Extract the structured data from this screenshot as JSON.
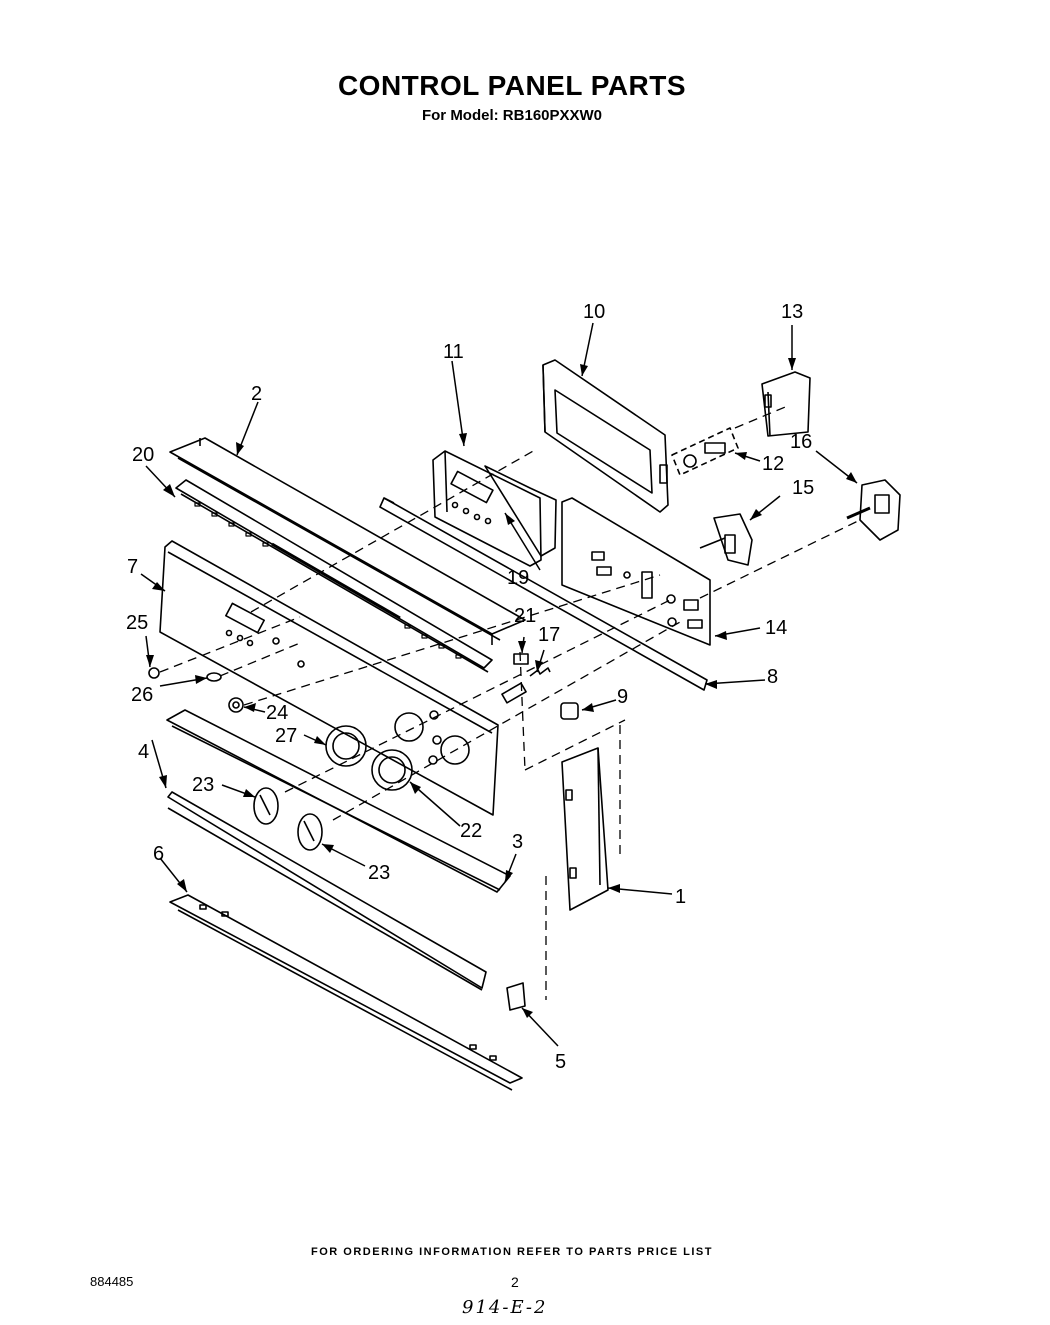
{
  "header": {
    "title": "CONTROL PANEL PARTS",
    "subtitle": "For Model: RB160PXXW0"
  },
  "callouts": [
    "1",
    "2",
    "3",
    "4",
    "5",
    "6",
    "7",
    "8",
    "9",
    "10",
    "11",
    "12",
    "13",
    "14",
    "15",
    "16",
    "17",
    "19",
    "20",
    "21",
    "22",
    "23",
    "23",
    "24",
    "25",
    "26",
    "27"
  ],
  "footer": {
    "note": "FOR ORDERING INFORMATION REFER TO PARTS PRICE LIST",
    "doc_number": "884485",
    "page_number": "2",
    "handwritten": "914-E-2"
  }
}
